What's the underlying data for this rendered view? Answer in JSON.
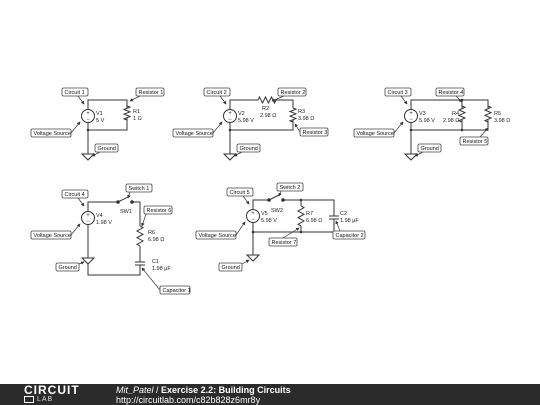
{
  "diagram": {
    "labels": {
      "circuit1": "Circuit 1",
      "resistor1": "Resistor 1",
      "vs1": "Voltage Source",
      "gnd1": "Ground",
      "circuit2": "Circuit 2",
      "resistor2": "Resistor 2",
      "vs2": "Voltage Source",
      "gnd2": "Ground",
      "resistor3": "Resistor 3",
      "circuit3": "Circuit 3",
      "resistor4": "Resistor 4",
      "vs3": "Voltage Source",
      "gnd3": "Ground",
      "resistor5": "Resistor 5",
      "circuit4": "Circuit 4",
      "switch1": "Switch 1",
      "resistor6": "Resistor 6",
      "vs4": "Voltage Source",
      "gnd4": "Ground",
      "capacitor1": "Capacitor 1",
      "circuit5": "Circuit 5",
      "switch2": "Switch 2",
      "vs5": "Voltage Source",
      "resistor7": "Resistor 7",
      "capacitor2": "Capacitor 2",
      "gnd5": "Ground"
    },
    "components": {
      "v1": {
        "name": "V1",
        "value": "5 V"
      },
      "r1": {
        "name": "R1",
        "value": "1 Ω"
      },
      "v2": {
        "name": "V2",
        "value": "5.98 V"
      },
      "r2": {
        "name": "R2",
        "value": "2.98 Ω"
      },
      "r3": {
        "name": "R3",
        "value": "3.98 Ω"
      },
      "v3": {
        "name": "V3",
        "value": "5.98 V"
      },
      "r4": {
        "name": "R4",
        "value": "2.98 Ω"
      },
      "r5": {
        "name": "R5",
        "value": "3.98 Ω"
      },
      "v4": {
        "name": "V4",
        "value": "1.98 V"
      },
      "sw1": {
        "name": "SW1"
      },
      "r6": {
        "name": "R6",
        "value": "6.98 Ω"
      },
      "c1": {
        "name": "C1",
        "value": "1.98 µF"
      },
      "v5": {
        "name": "V5",
        "value": "5.98 V"
      },
      "sw2": {
        "name": "SW2"
      },
      "r7": {
        "name": "R7",
        "value": "6.98 Ω"
      },
      "c2": {
        "name": "C2",
        "value": "1.98 µF"
      }
    }
  },
  "footer": {
    "logo_top": "CIRCUIT",
    "logo_bottom": "LAB",
    "author": "Mit_Patel",
    "separator": " / ",
    "title": "Exercise 2.2: Building Circuits",
    "url": "http://circuitlab.com/c82b828z6mr8y"
  }
}
